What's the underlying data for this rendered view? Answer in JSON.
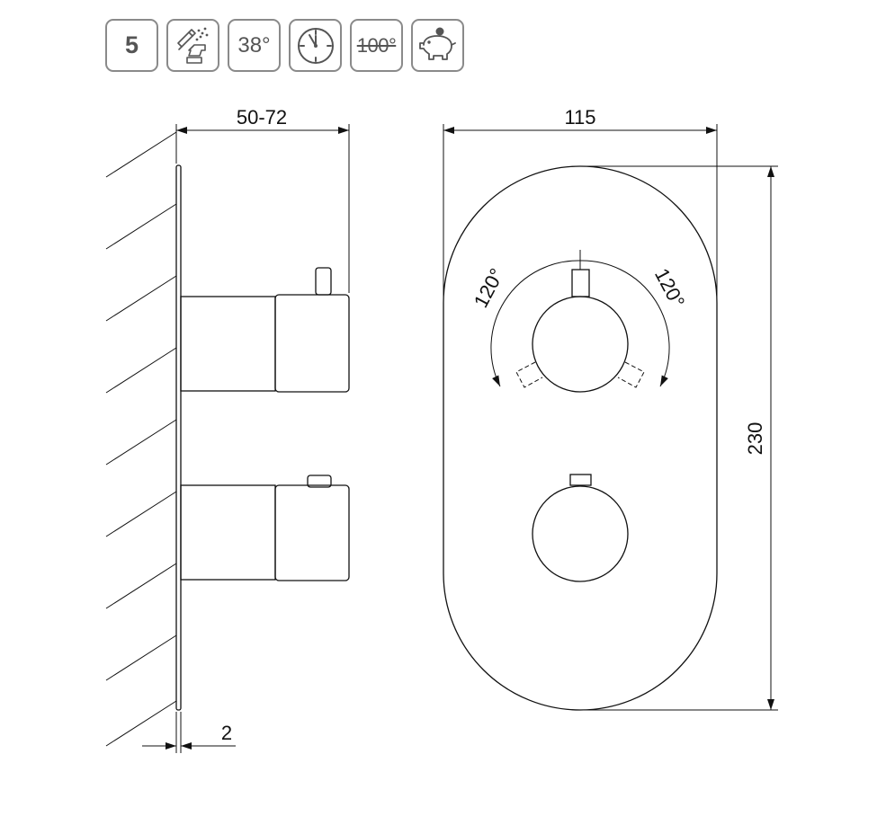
{
  "badges": {
    "items": [
      {
        "id": "warranty",
        "text": "5",
        "icon": "warranty-years-badge"
      },
      {
        "id": "easy-clean",
        "text": "",
        "icon": "easy-clean-spray-icon"
      },
      {
        "id": "temperature",
        "text": "38°",
        "icon": "temperature-badge"
      },
      {
        "id": "clock",
        "text": "",
        "icon": "clock-icon"
      },
      {
        "id": "safety-stop",
        "text": "100°",
        "icon": "scald-protection-badge"
      },
      {
        "id": "savings",
        "text": "",
        "icon": "piggy-bank-icon"
      }
    ]
  },
  "drawing": {
    "side_view": {
      "depth_label": "50-72",
      "plate_thickness_label": "2"
    },
    "front_view": {
      "width_label": "115",
      "height_label": "230",
      "rotation_left_label": "120°",
      "rotation_right_label": "120°"
    },
    "line_color": "#111111"
  }
}
